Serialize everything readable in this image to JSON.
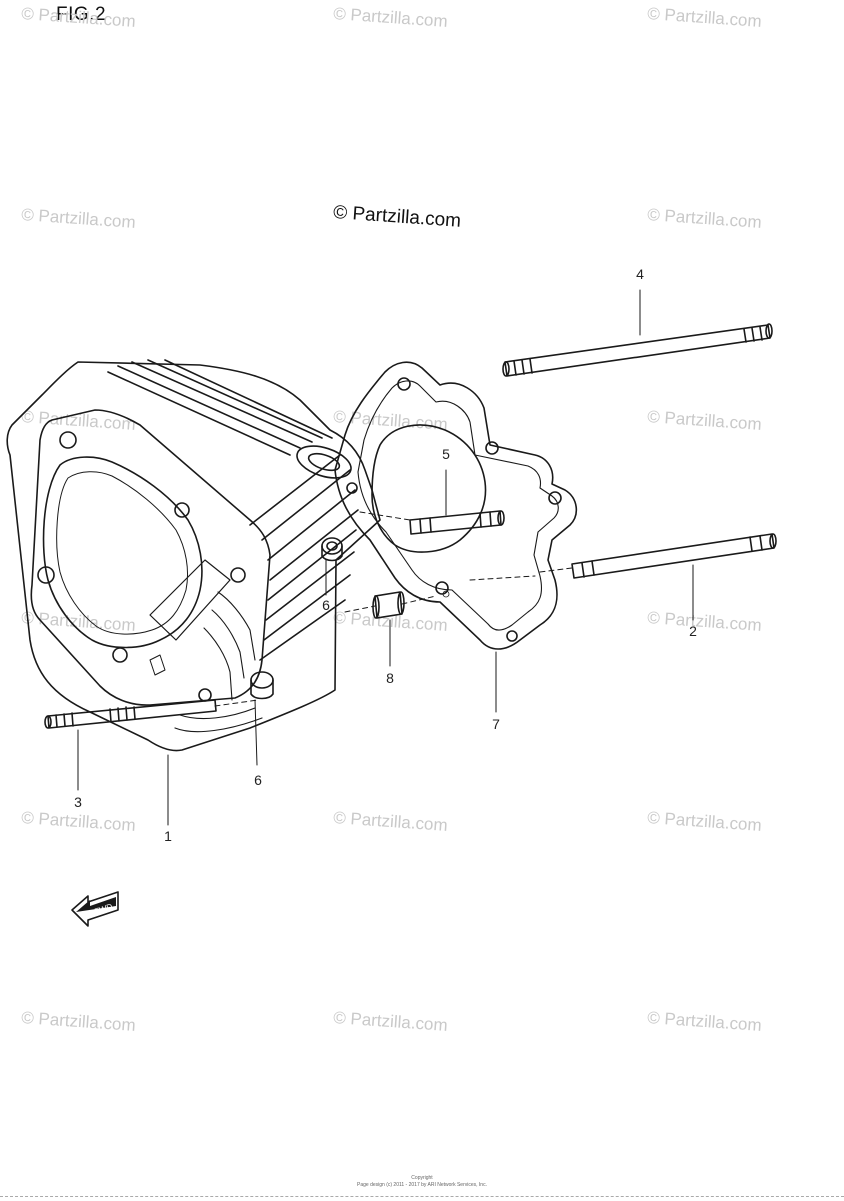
{
  "figure": {
    "title": "FIG.2",
    "center_watermark": "© Partzilla.com",
    "watermark": "© Partzilla.com"
  },
  "callouts": [
    {
      "id": "1",
      "label": "1"
    },
    {
      "id": "2",
      "label": "2"
    },
    {
      "id": "3",
      "label": "3"
    },
    {
      "id": "4",
      "label": "4"
    },
    {
      "id": "5",
      "label": "5"
    },
    {
      "id": "6a",
      "label": "6"
    },
    {
      "id": "6b",
      "label": "6"
    },
    {
      "id": "7",
      "label": "7"
    },
    {
      "id": "8",
      "label": "8"
    }
  ],
  "fwd_label": "FWD",
  "footer": {
    "line1": "Copyright",
    "line2": "Page design (c) 2011 - 2017 by ARI Network Services, Inc."
  },
  "colors": {
    "line": "#1a1a1a",
    "watermark": "#c9c9c9"
  }
}
